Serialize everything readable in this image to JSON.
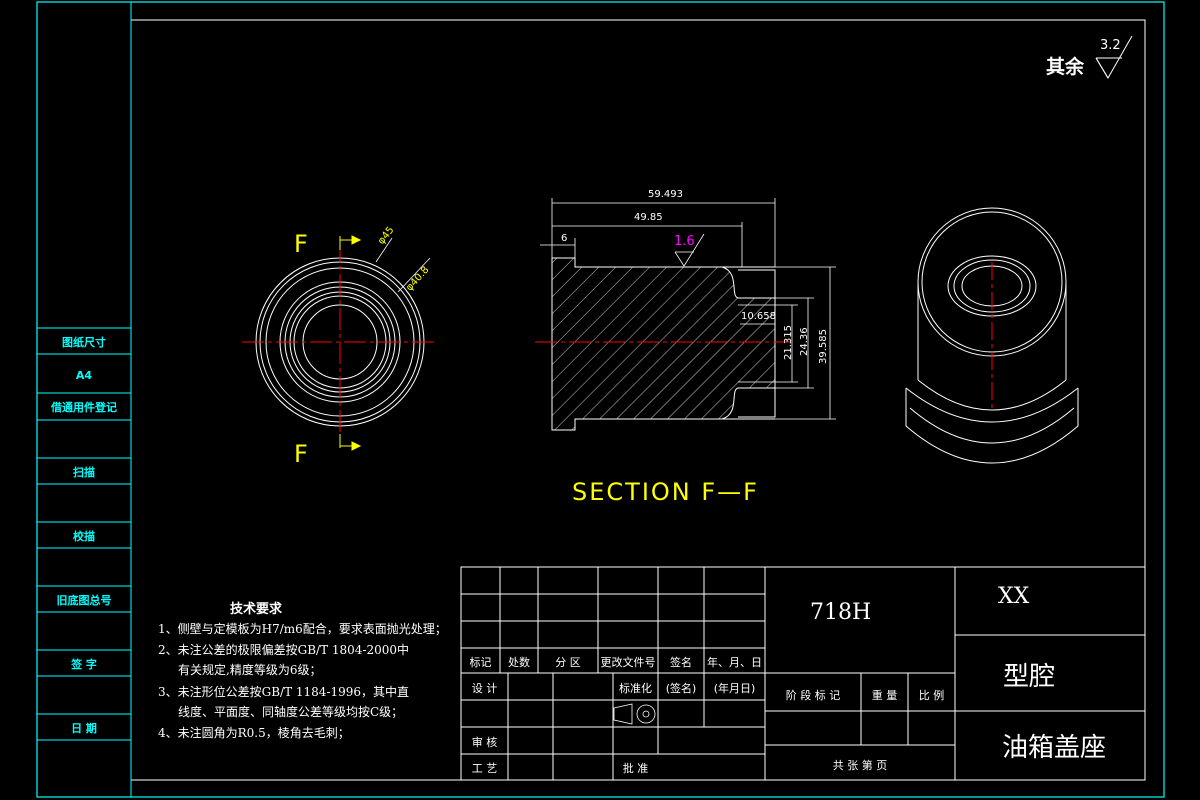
{
  "surface_finish": {
    "label": "其余",
    "value": "3.2"
  },
  "side_column": {
    "labels": [
      "图纸尺寸",
      "A4",
      "借通用件登记",
      "扫描",
      "校描",
      "旧底图总号",
      "签 字",
      "日 期"
    ]
  },
  "front_view": {
    "section_letter_top": "F",
    "section_letter_bottom": "F",
    "dim_outer": "φ45",
    "dim_inner": "φ40.8"
  },
  "section_view": {
    "dim_total_length": "59.493",
    "dim_body_length": "49.85",
    "dim_step": "6",
    "roughness": "1.6",
    "dim_bore_depth": "10.658",
    "dim_bore_small": "21.315",
    "dim_bore_large": "24.36",
    "dim_height": "39.585",
    "title": "SECTION F—F"
  },
  "tech_requirements": {
    "heading": "技术要求",
    "lines": [
      "1、侧壁与定模板为H7/m6配合，要求表面抛光处理；",
      "2、未注公差的极限偏差按GB/T 1804-2000中",
      "有关规定,精度等级为6级；",
      "3、未注形位公差按GB/T 1184-1996，其中直",
      "线度、平面度、同轴度公差等级均按C级；",
      "4、未注圆角为R0.5，棱角去毛刺；"
    ]
  },
  "title_block": {
    "material": "718H",
    "company": "XX",
    "drawing_type": "型腔",
    "part_name": "油箱盖座",
    "rev_headers": [
      "标记",
      "处数",
      "分 区",
      "更改文件号",
      "签名",
      "年、月、日"
    ],
    "design": "设 计",
    "standardize": "标准化",
    "signature": "(签名)",
    "date": "(年月日)",
    "stage_mark": "阶 段 标 记",
    "weight": "重 量",
    "scale": "比 例",
    "review": "审 核",
    "process": "工 艺",
    "approve": "批 准",
    "sheets": "共    张    第    页"
  },
  "colors": {
    "border": "#00ffff",
    "lines": "#ffffff",
    "centerline": "#ff0000",
    "section_title": "#ffff00",
    "section_arrow": "#ffff00",
    "roughness_mark": "#ff00ff",
    "dimension": "#ffffff"
  }
}
